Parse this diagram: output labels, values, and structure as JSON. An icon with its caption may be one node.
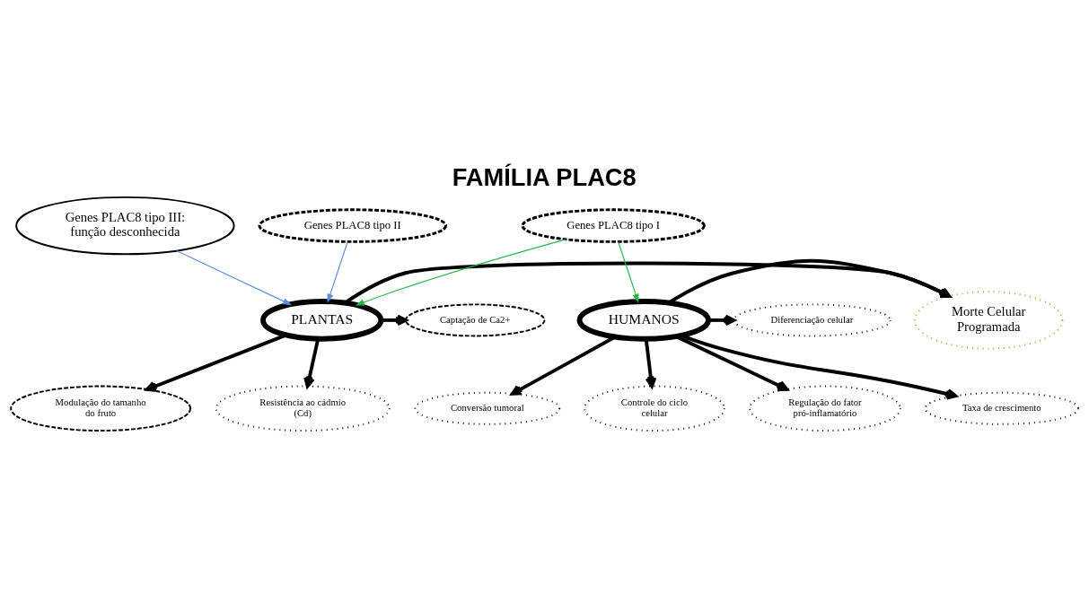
{
  "diagram": {
    "title": "FAMÍLIA PLAC8",
    "nodes": [
      {
        "text": [
          "PLANTAS"
        ]
      },
      {
        "text": [
          "Modulação do tamanho do fruto"
        ]
      },
      {
        "text": [
          "Captação de Ca2+"
        ]
      },
      {
        "text": [
          "Resistência ao cádmio (Cd)"
        ]
      },
      {
        "text": [
          "Morte Celular Programada"
        ]
      },
      {
        "text": [
          "HUMANOS"
        ]
      },
      {
        "text": [
          "Conversão tumoral"
        ]
      },
      {
        "text": [
          "Controle do ciclo celular"
        ]
      },
      {
        "text": [
          "Diferenciação celular"
        ]
      },
      {
        "text": [
          "Regulação do fator pró-inflamatório"
        ]
      },
      {
        "text": [
          "Taxa de crescimento"
        ]
      },
      {
        "text": [
          "Genes PLAC8 tipo III: função desconhecida"
        ]
      },
      {
        "text": [
          "Genes PLAC8 tipo II"
        ]
      },
      {
        "text": [
          "Genes PLAC8 tipo I"
        ]
      }
    ],
    "edges": [
      {
        "from": 0,
        "to": 1,
        "arrow": "to"
      },
      {
        "from": 0,
        "to": 2,
        "arrow": "to"
      },
      {
        "from": 0,
        "to": 3,
        "arrow": "to"
      },
      {
        "from": 0,
        "to": 4,
        "arrow": "to"
      },
      {
        "from": 5,
        "to": 4,
        "arrow": "to"
      },
      {
        "from": 5,
        "to": 6,
        "arrow": "to"
      },
      {
        "from": 5,
        "to": 7,
        "arrow": "to"
      },
      {
        "from": 5,
        "to": 8,
        "arrow": "to"
      },
      {
        "from": 5,
        "to": 9,
        "arrow": "to"
      },
      {
        "from": 5,
        "to": 10,
        "arrow": "to"
      },
      {
        "from": 11,
        "to": 0,
        "arrow": "to",
        "color": "#5b8ed6"
      },
      {
        "from": 12,
        "to": 0,
        "arrow": "to",
        "color": "#5b8ed6"
      },
      {
        "from": 13,
        "to": 0,
        "arrow": "to",
        "color": "#2bb34a"
      },
      {
        "from": 13,
        "to": 5,
        "arrow": "to",
        "color": "#2bb34a"
      }
    ]
  }
}
